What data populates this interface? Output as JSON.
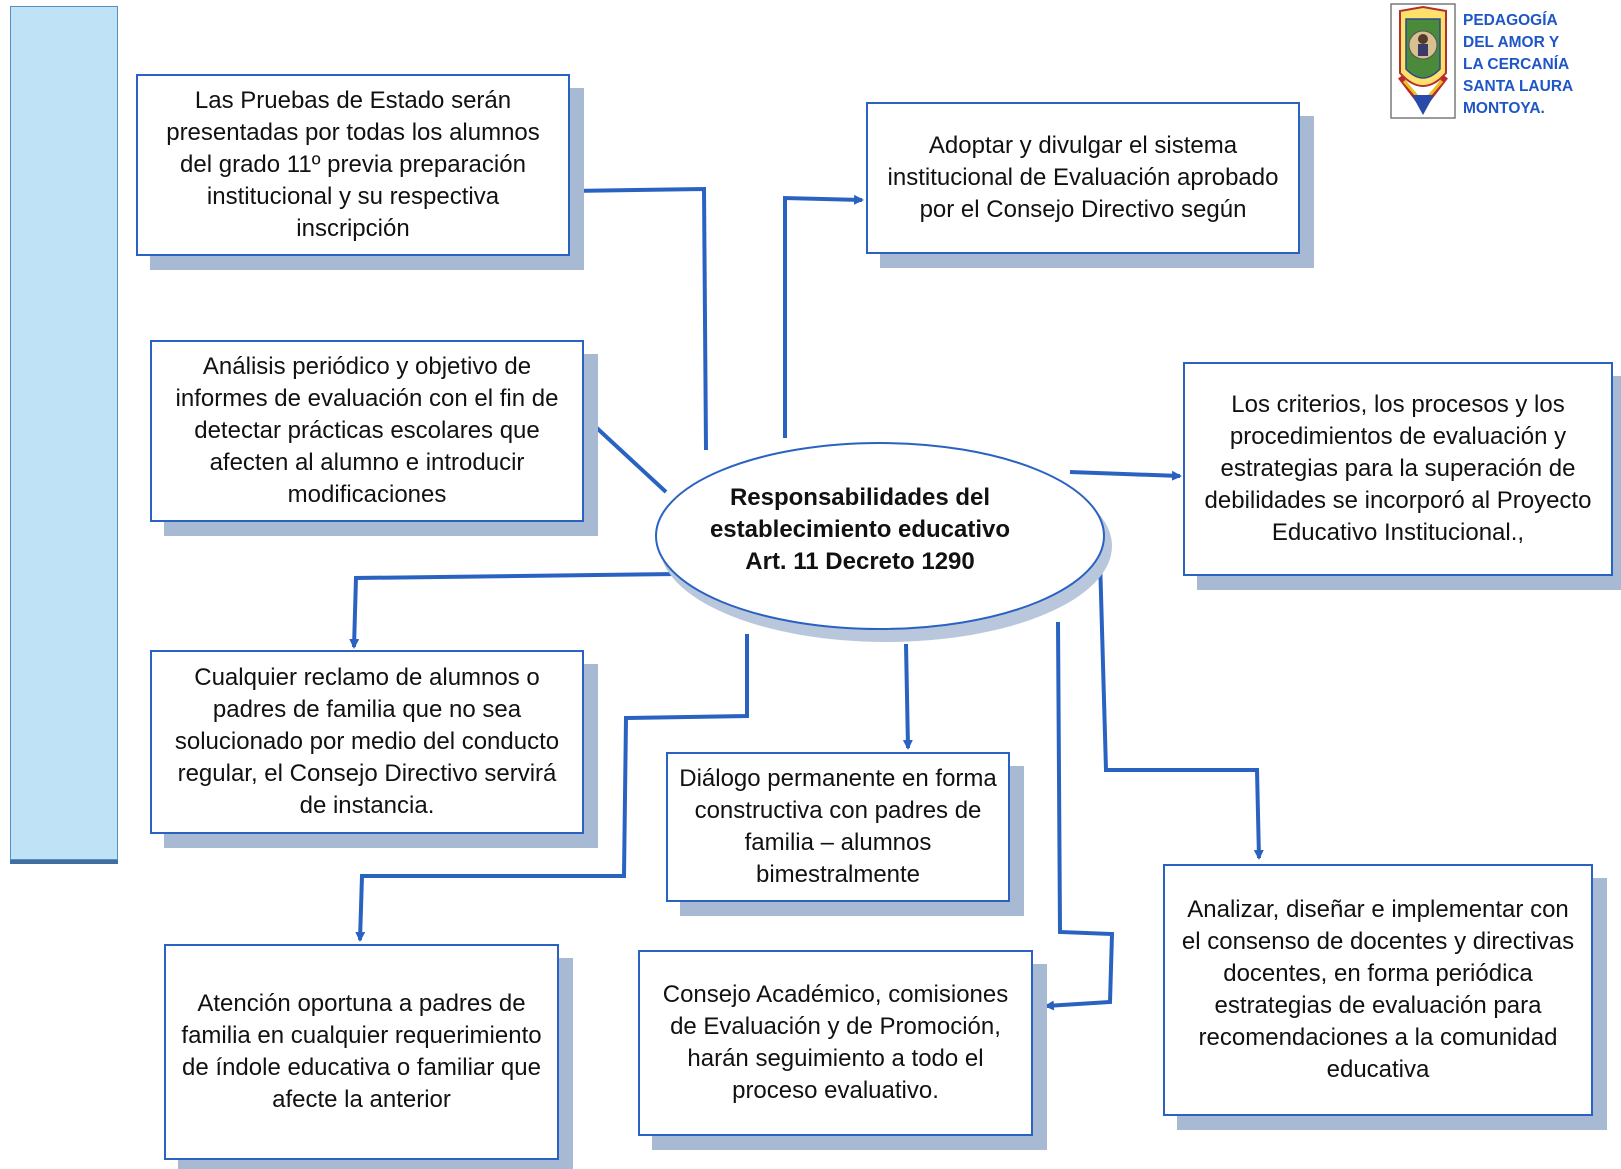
{
  "center_node": {
    "line1": "Responsabilidades del",
    "line2": "establecimiento educativo",
    "line3": "Art. 11 Decreto 1290"
  },
  "nodes": {
    "pruebas_estado": "Las Pruebas de Estado serán presentadas por todas los alumnos del grado 11º previa preparación institucional y su respectiva inscripción",
    "adoptar_sistema": "Adoptar y divulgar el sistema institucional de Evaluación aprobado por el Consejo Directivo según",
    "analisis_periodico": "Análisis periódico y objetivo de informes de evaluación con el fin de detectar prácticas escolares que afecten al alumno e introducir modificaciones",
    "criterios_procesos": "Los criterios, los procesos y los procedimientos de evaluación y estrategias para la superación de debilidades se incorporó al Proyecto Educativo Institucional.,",
    "reclamo_alumnos": "Cualquier reclamo de alumnos o padres de familia que no sea solucionado por medio del conducto regular, el Consejo Directivo servirá de instancia.",
    "dialogo_permanente": "Diálogo permanente en forma constructiva con padres de familia – alumnos bimestralmente",
    "analizar_disenar": "Analizar, diseñar e implementar con el consenso de docentes y directivas docentes, en forma periódica estrategias de evaluación para recomendaciones a la comunidad educativa",
    "atencion_oportuna": "Atención oportuna a padres de familia en cualquier requerimiento de índole educativa o familiar que afecte la anterior",
    "consejo_academico": "Consejo Académico, comisiones de Evaluación y de Promoción, harán seguimiento a todo el proceso evaluativo."
  },
  "logo": {
    "lines": [
      "PEDAGOGÍA",
      "DEL AMOR Y",
      "LA CERCANÍA",
      "SANTA LAURA",
      "MONTOYA."
    ]
  },
  "colors": {
    "box_border": "#2a62c2",
    "box_shadow": "#a7b9d3",
    "arrow": "#2a62c2",
    "sidebar": "#bfe2f7",
    "logo_text": "#1f56c7"
  }
}
